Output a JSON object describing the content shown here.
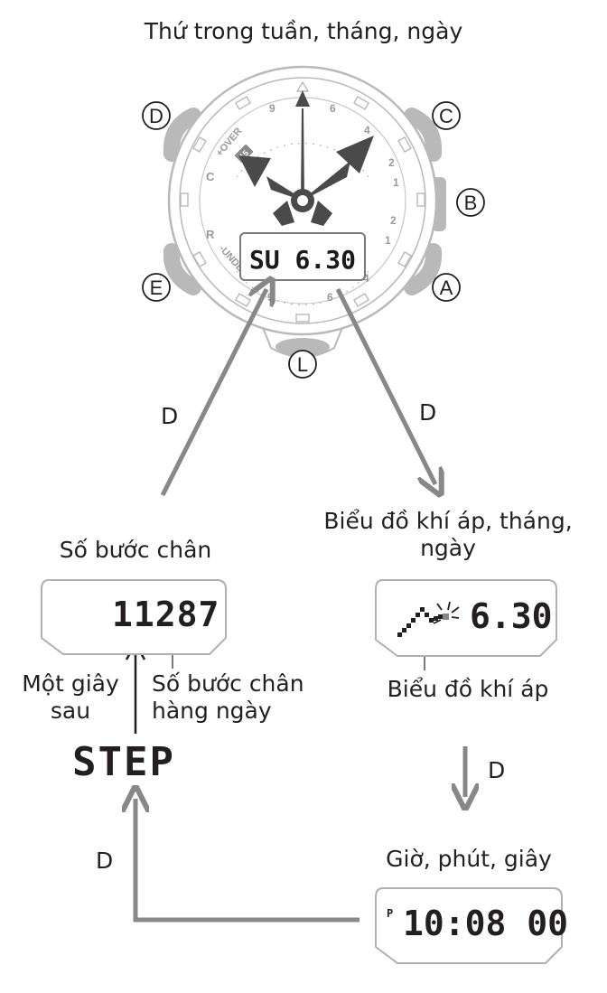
{
  "watch": {
    "title": "Thứ trong tuần, tháng, ngày",
    "buttons": {
      "a": "A",
      "b": "B",
      "c": "C",
      "d": "D",
      "e": "E",
      "l": "L"
    },
    "display": "SU 6.30",
    "dial": {
      "over": "+OVER",
      "under": "-UNDER",
      "c": "C",
      "r": "R",
      "badge": "15",
      "nums_top": [
        "9",
        "6",
        "4",
        "2",
        "1"
      ],
      "nums_bottom": [
        "9",
        "6",
        "4",
        "2",
        "1"
      ]
    }
  },
  "transitions": {
    "d1": "D",
    "d2": "D",
    "d3": "D",
    "d4": "D"
  },
  "steps": {
    "title": "Số bước chân",
    "display": "11287",
    "one_second_later": "Một giây\nsau",
    "daily_steps": "Số bước chân\nhàng ngày",
    "step_label": "STEP"
  },
  "barometer": {
    "title": "Biểu đồ khí áp, tháng,\nngày",
    "display": "6.30",
    "graph_label": "Biểu đồ khí áp"
  },
  "time": {
    "title": "Giờ, phút, giây",
    "pm": "P",
    "display": "10:08 00"
  }
}
